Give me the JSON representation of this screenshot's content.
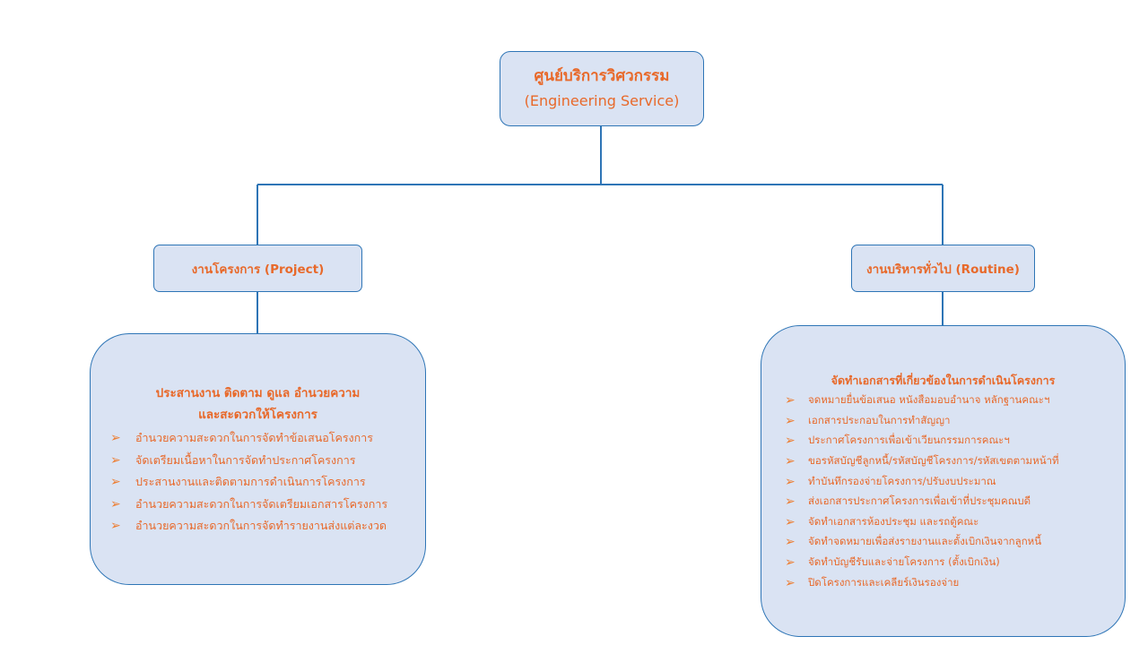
{
  "root": {
    "title": "ศูนย์บริการวิศวกรรม",
    "subtitle": "(Engineering Service)"
  },
  "left": {
    "header": "งานโครงการ (Project)",
    "panel_title": [
      "ประสานงาน ติดตาม ดูแล อำนวยความ",
      "และสะดวกให้โครงการ"
    ],
    "items": [
      "อำนวยความสะดวกในการจัดทำข้อเสนอโครงการ",
      "จัดเตรียมเนื้อหาในการจัดทำประกาศโครงการ",
      "ประสานงานและติดตามการดำเนินการโครงการ",
      "อำนวยความสะดวกในการจัดเตรียมเอกสารโครงการ",
      "อำนวยความสะดวกในการจัดทำรายงานส่งแต่ละงวด"
    ]
  },
  "right": {
    "header": "งานบริหารทั่วไป (Routine)",
    "panel_title": "จัดทำเอกสารที่เกี่ยวข้องในการดำเนินโครงการ",
    "items": [
      "จดหมายยื่นข้อเสนอ หนังสือมอบอำนาจ หลักฐานคณะฯ",
      "เอกสารประกอบในการทำสัญญา",
      "ประกาศโครงการเพื่อเข้าเวียนกรรมการคณะฯ",
      "ขอรหัสบัญชีลูกหนี้/รหัสบัญชีโครงการ/รหัสเขตตามหน้าที่",
      "ทำบันทึกรองจ่ายโครงการ/ปรับงบประมาณ",
      "ส่งเอกสารประกาศโครงการเพื่อเข้าที่ประชุมคณบดี",
      "จัดทำเอกสารห้องประชุม และรถตู้คณะ",
      "จัดทำจดหมายเพื่อส่งรายงานและตั้งเบิกเงินจากลูกหนี้",
      "จัดทำบัญชีรับและจ่ายโครงการ (ตั้งเบิกเงิน)",
      "ปิดโครงการและเคลียร์เงินรองจ่าย"
    ]
  },
  "colors": {
    "box_fill": "#dae3f3",
    "border": "#2e75b6",
    "text": "#e8692a",
    "connector": "#2e75b6"
  },
  "icons": {
    "bullet": "arrow-bullet-icon"
  }
}
